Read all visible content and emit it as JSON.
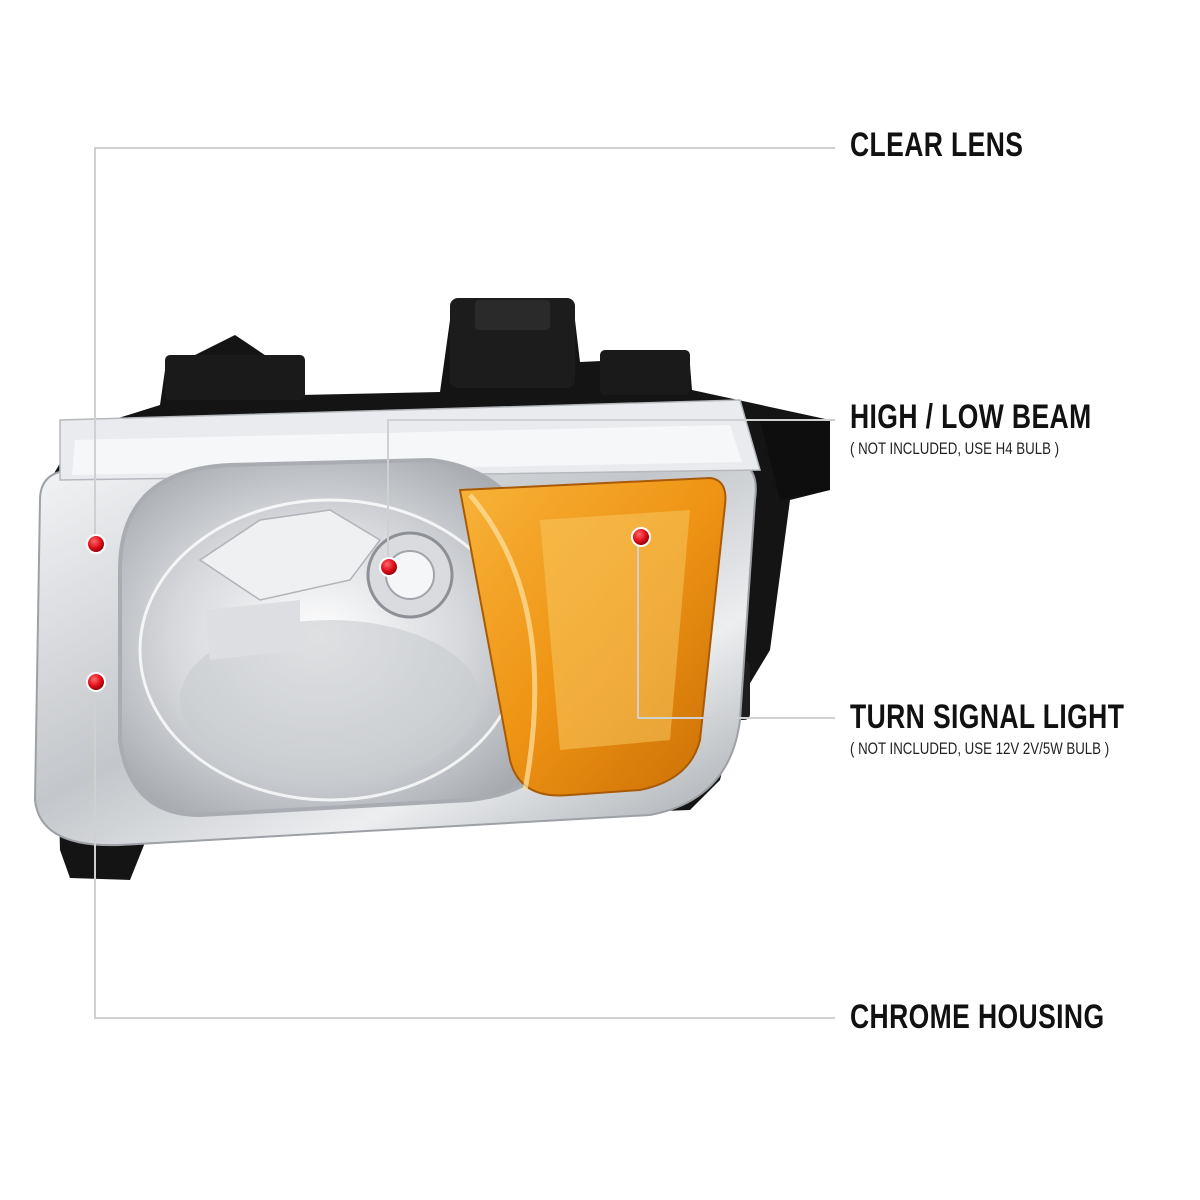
{
  "callouts": {
    "clear_lens": {
      "title": "CLEAR LENS"
    },
    "high_low_beam": {
      "title": "HIGH / LOW BEAM",
      "note": "( NOT INCLUDED, USE  H4  BULB )"
    },
    "turn_signal": {
      "title": "TURN SIGNAL LIGHT",
      "note": "( NOT INCLUDED, USE  12V 2V/5W  BULB )"
    },
    "chrome_housing": {
      "title": "CHROME HOUSING"
    }
  },
  "colors": {
    "leader_line": "#d0d0d0",
    "marker": "#e0101c",
    "amber": "#f19a1a",
    "chrome": "#c9ccd0",
    "housing_black": "#141414"
  }
}
